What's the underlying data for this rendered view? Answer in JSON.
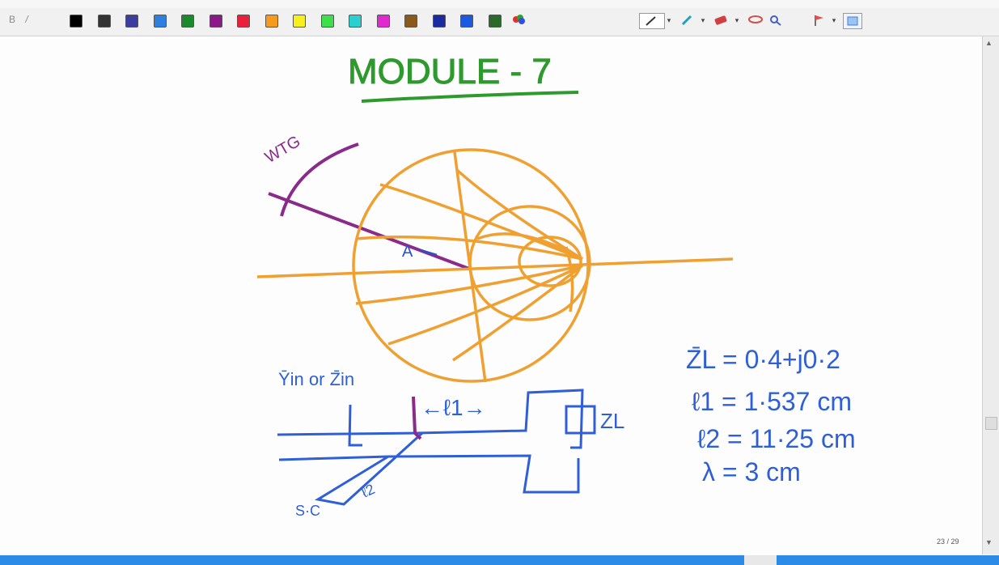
{
  "toolbar": {
    "palette": [
      "#000000",
      "#333333",
      "#3d3da0",
      "#2f7fe0",
      "#1b8a2a",
      "#8a1a8a",
      "#e8203a",
      "#f59a1a",
      "#f7ef1e",
      "#3de04a",
      "#2ad0d0",
      "#e02ad0",
      "#8a5a1a",
      "#1a2aa0",
      "#1a5ae0",
      "#2a6a2a"
    ],
    "pen_colors": {
      "stroke": "#1f4fd6",
      "highlighter": "#1fa0c0",
      "eraser": "#d04040",
      "ribbon": "#e05050"
    }
  },
  "board": {
    "title": "MODULE - 7",
    "load_impedance": "Z̄L = 0·4+j0·2",
    "l1": "ℓ1 = 1·537 cm",
    "l2": "ℓ2 = 11·25 cm",
    "lambda": "λ = 3 cm",
    "wtg_label": "WTG",
    "point_label": "A",
    "yin_label": "Ȳin or Z̄in",
    "l1_marker": "←ℓ1→",
    "zl_label": "ZL",
    "sc_label": "S·C",
    "l2_stub_label": "ℓ2",
    "colors": {
      "title": "#2e9a2e",
      "smith": "#f0a030",
      "circuit": "#2f5fd8",
      "wtg": "#8a2a8a"
    }
  },
  "footer": {
    "page_counter": "23 / 29"
  }
}
